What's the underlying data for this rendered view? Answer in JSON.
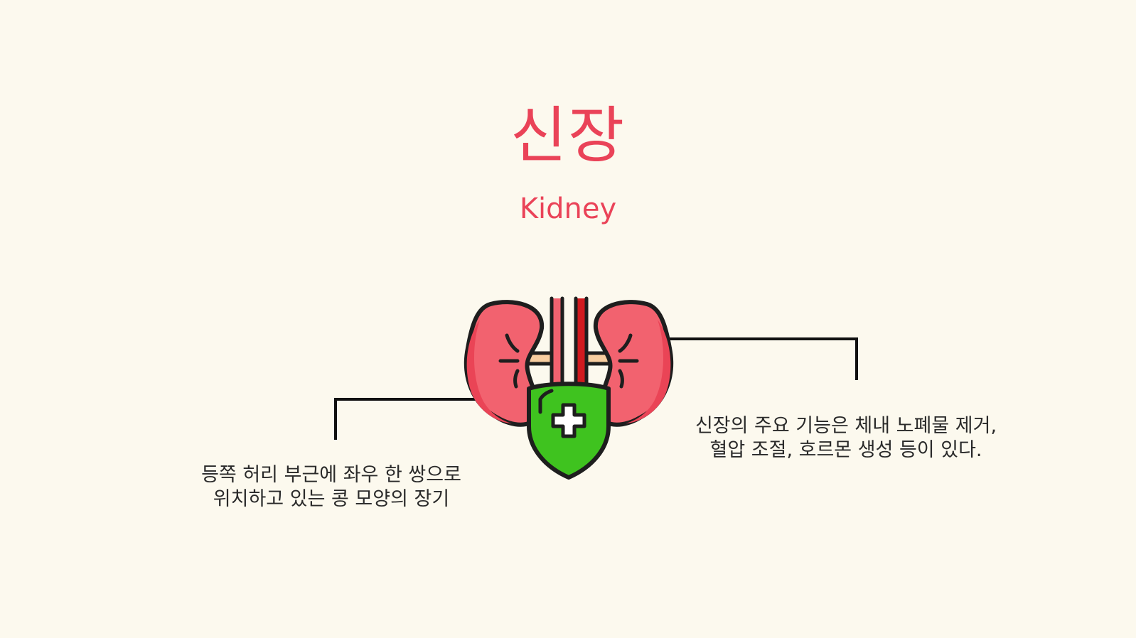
{
  "slide": {
    "title": "신장",
    "subtitle": "Kidney",
    "background_color": "#fcf9ee",
    "accent_color": "#ea4358"
  },
  "illustration": {
    "icon": "kidney-with-medical-shield-icon",
    "colors": {
      "kidney_fill": "#f2626f",
      "kidney_shade": "#ea4456",
      "vein": "#f2626f",
      "artery": "#d11a1f",
      "ureter_connector": "#f8cea0",
      "shield": "#3fc31f",
      "cross": "#ffffff",
      "outline": "#1e1e1e"
    }
  },
  "callouts": {
    "left": {
      "line1": "등쪽 허리 부근에 좌우 한 쌍으로",
      "line2": "위치하고 있는 콩 모양의 장기"
    },
    "right": {
      "line1": "신장의 주요 기능은 체내 노폐물 제거,",
      "line2": "혈압 조절, 호르몬 생성 등이 있다."
    }
  }
}
